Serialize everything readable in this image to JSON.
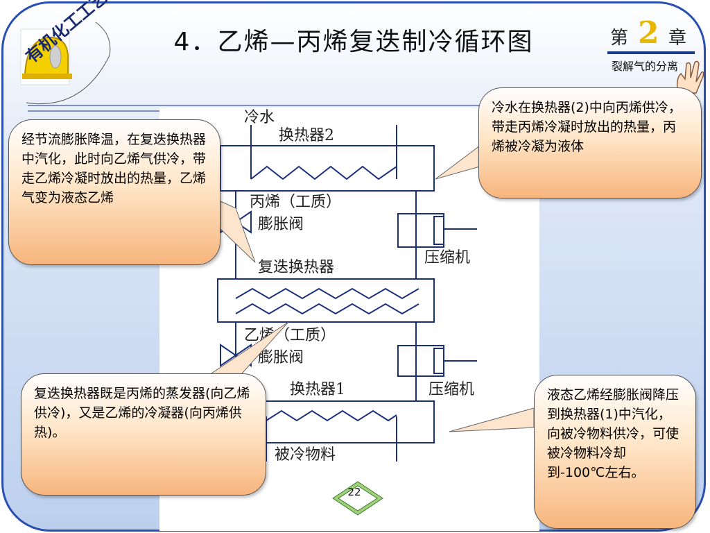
{
  "slide": {
    "title": "4．乙烯—丙烯复迭制冷循环图",
    "logo_text": "有机化工工艺",
    "chapter": {
      "prefix": "第",
      "number": "2",
      "suffix": "章",
      "subtitle": "裂解气的分离"
    },
    "page_number": "22",
    "colors": {
      "frame": "#2a4fb0",
      "diagram_line": "#1b2f7a",
      "chapter_number": "#e6b800"
    }
  },
  "diagram": {
    "cold_water": "冷水",
    "exchanger2": "换热器2",
    "propylene_medium": "丙烯（工质）",
    "expansion_valve_top": "膨胀阀",
    "compressor_top": "压缩机",
    "cascade_exchanger": "复迭换热器",
    "ethylene_medium": "乙烯（工质）",
    "expansion_valve_bottom": "膨胀阀",
    "exchanger1": "换热器1",
    "compressor_bottom": "压缩机",
    "cooled_material": "被冷物料"
  },
  "callouts": {
    "top_right": "冷水在换热器(2)中向丙烯供冷，带走丙烯冷凝时放出的热量，丙烯被冷凝为液体",
    "left": "经节流膨胀降温，在复迭换热器中汽化，此时向乙烯气供冷，带走乙烯冷凝时放出的热量，乙烯气变为液态乙烯",
    "bottom_left": "复迭换热器既是丙烯的蒸发器(向乙烯供冷)，又是乙烯的冷凝器(向丙烯供热)。",
    "bottom_right": "液态乙烯经膨胀阀降压到换热器(1)中汽化，向被冷物料供冷，可使被冷物料冷却到-100℃左右。"
  }
}
